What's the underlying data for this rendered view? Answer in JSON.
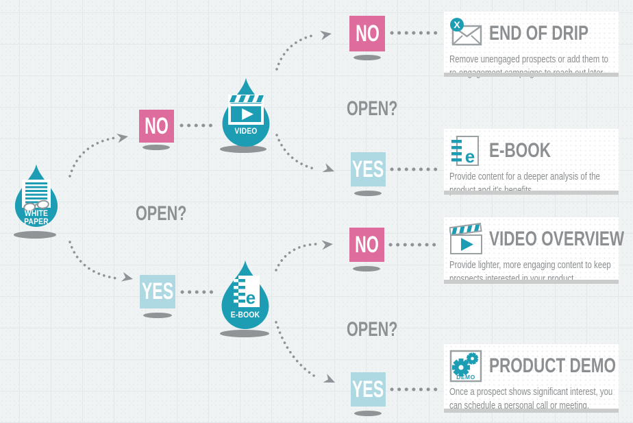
{
  "palette": {
    "background": "#f0f3f4",
    "teal": "#1d9db4",
    "pink": "#de6d9e",
    "light_blue": "#afd9e2",
    "title_gray": "#8c8f91",
    "body_gray": "#8a8d8f",
    "connector_gray": "#8f9397",
    "shadow_gray": "#909496",
    "card_bg": "#ffffff",
    "card_edge": "#c9cccb"
  },
  "labels": {
    "open": "OPEN?",
    "no": "NO",
    "yes": "YES"
  },
  "drip_nodes": {
    "white_paper": {
      "label": "WHITE PAPER"
    },
    "video": {
      "label": "VIDEO"
    },
    "ebook": {
      "label": "E-BOOK",
      "icon_letter": "e"
    }
  },
  "outcome_cards": [
    {
      "title": "END OF DRIP",
      "badge": "X",
      "description": "Remove unengaged prospects or add them to\nre-engagement campaigns to reach out later."
    },
    {
      "title": "E-BOOK",
      "icon_letter": "e",
      "description": "Provide content for a deeper analysis of the\nproduct and it's benefits."
    },
    {
      "title": "VIDEO OVERVIEW",
      "description": "Provide lighter, more engaging content to keep\nprospects interested in your product."
    },
    {
      "title": "PRODUCT DEMO",
      "icon_label": "DEMO",
      "description": "Once a prospect shows significant interest, you\ncan schedule a personal call or meeting."
    }
  ]
}
